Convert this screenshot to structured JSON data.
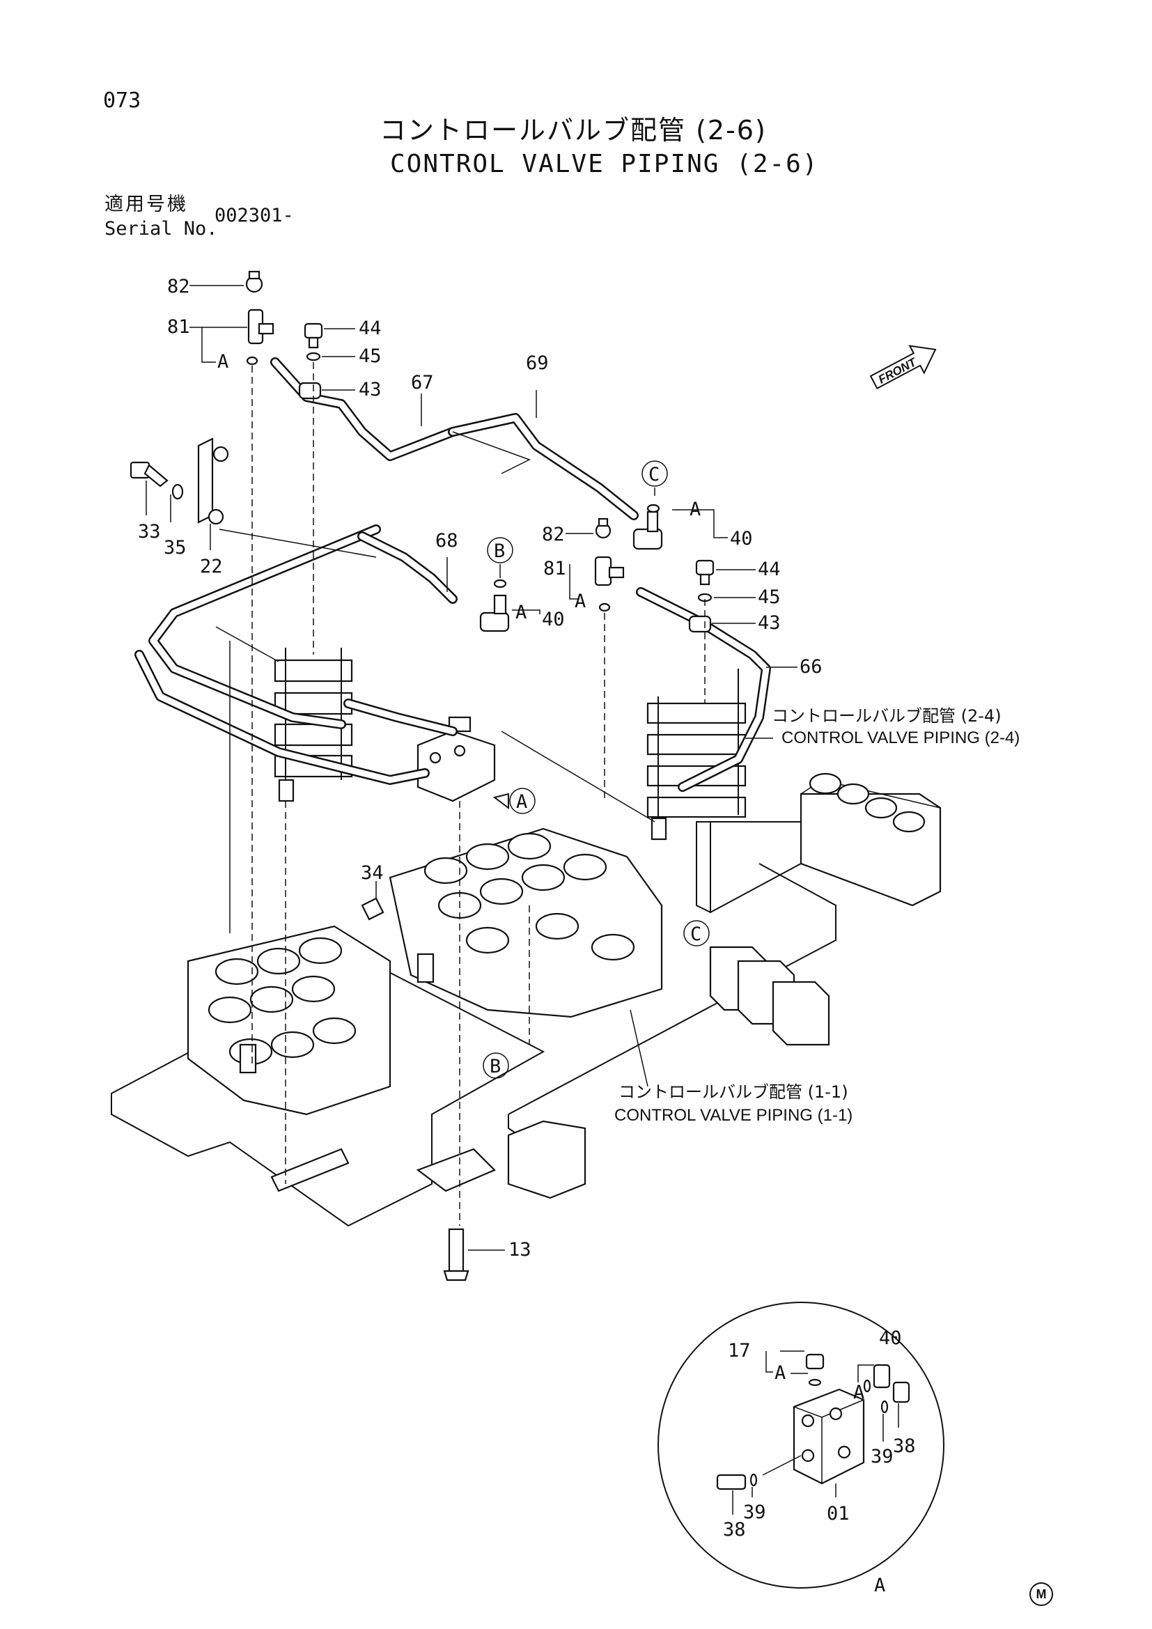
{
  "page_number": "073",
  "title_jp": "コントロールバルブ配管 (2-6)",
  "title_en": "CONTROL VALVE PIPING (2-6)",
  "serial": {
    "label_jp": "適用号機",
    "label_en": "Serial No.",
    "value": "002301-"
  },
  "front_label": "FRONT",
  "reference_labels": {
    "cv_2_4_jp": "コントロールバルブ配管 (2-4)",
    "cv_2_4_en": "CONTROL VALVE PIPING (2-4)",
    "cv_1_1_jp": "コントロールバルブ配管 (1-1)",
    "cv_1_1_en": "CONTROL VALVE PIPING (1-1)"
  },
  "callouts": {
    "n82a": "82",
    "n81a": "81",
    "n_a1": "A",
    "n44a": "44",
    "n45a": "45",
    "n43a": "43",
    "n67": "67",
    "n69": "69",
    "n33": "33",
    "n35": "35",
    "n22": "22",
    "n68": "68",
    "b1": "B",
    "n_a2": "A",
    "n40a": "40",
    "c1": "C",
    "n_a3": "A",
    "n40b": "40",
    "n82b": "82",
    "n81b": "81",
    "n_a4": "A",
    "n44b": "44",
    "n45b": "45",
    "n43b": "43",
    "n66": "66",
    "a_ref": "A",
    "n34": "34",
    "c2": "C",
    "b2": "B",
    "n13": "13"
  },
  "detail_a": {
    "n17": "17",
    "n_a5": "A",
    "n40": "40",
    "n_a6": "A",
    "n39a": "39",
    "n38a": "38",
    "n39b": "39",
    "n38b": "38",
    "n01": "01",
    "view_label": "A"
  },
  "footer_mark": "M"
}
